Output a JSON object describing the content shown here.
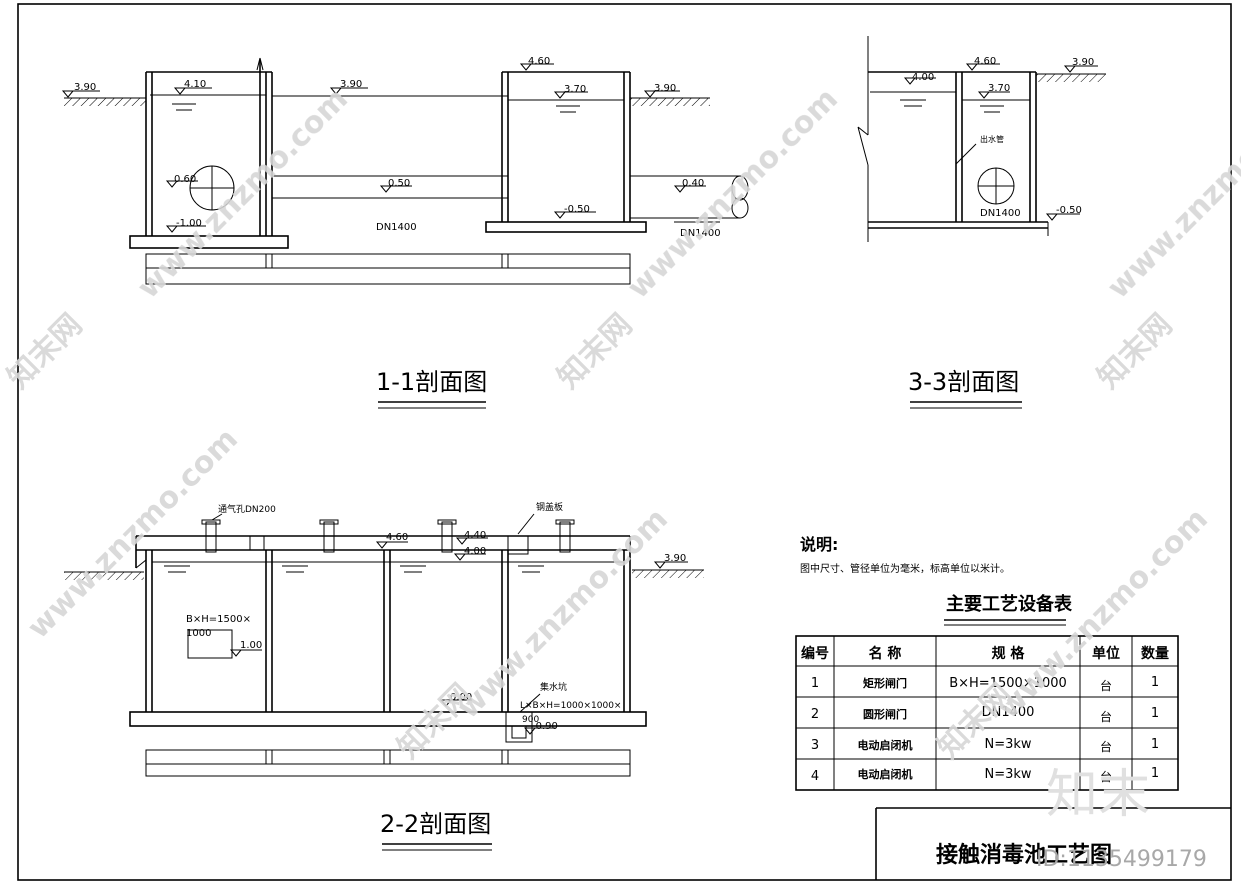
{
  "section_1_1": {
    "title": "1-1剖面图",
    "ground_left": "3.90",
    "tank_top_water": "4.10",
    "water_level_mid": "3.90",
    "gate_center": "0.60",
    "tank_bottom": "-1.00",
    "pipe_mid_level": "0.50",
    "pipe_size": "DN1400",
    "right_tank_top": "4.60",
    "right_tank_water": "3.70",
    "ground_right": "3.90",
    "outlet_level": "0.40",
    "right_tank_bottom": "-0.50",
    "outlet_pipe": "DN1400"
  },
  "section_3_3": {
    "title": "3-3剖面图",
    "level_left": "4.00",
    "top_level": "4.60",
    "ground": "3.90",
    "water_level": "3.70",
    "sump_label": "出水管",
    "pipe_size": "DN1400",
    "bottom_level": "-0.50"
  },
  "section_2_2": {
    "title": "2-2剖面图",
    "vent_label": "通气孔DN200",
    "cover_label": "钢盖板",
    "top_level": "4.60",
    "level_440": "4.40",
    "level_400": "4.00",
    "ground": "3.90",
    "gate_size_1": "B×H=1500×",
    "gate_size_2": "1000",
    "gate_level": "1.00",
    "floor_level": "0.00",
    "pit_label": "集水坑",
    "pit_size": "L×B×H=1000×1000×",
    "pit_depth": "900",
    "pit_bottom": "-0.90"
  },
  "notes": {
    "heading": "说明:",
    "text": "图中尺寸、管径单位为毫米，标高单位以米计。"
  },
  "equipment_table": {
    "title": "主要工艺设备表",
    "headers": [
      "编号",
      "名  称",
      "规    格",
      "单位",
      "数量"
    ],
    "rows": [
      [
        "1",
        "矩形闸门",
        "B×H=1500×1000",
        "台",
        "1"
      ],
      [
        "2",
        "圆形闸门",
        "DN1400",
        "台",
        "1"
      ],
      [
        "3",
        "电动启闭机",
        "N=3kw",
        "台",
        "1"
      ],
      [
        "4",
        "电动启闭机",
        "N=3kw",
        "台",
        "1"
      ]
    ]
  },
  "title_block": {
    "title": "接触消毒池工艺图",
    "id_text": "ID:1135499179"
  },
  "watermark": {
    "site": "www.znzmo.com",
    "brand": "知末网",
    "logo": "知末"
  }
}
